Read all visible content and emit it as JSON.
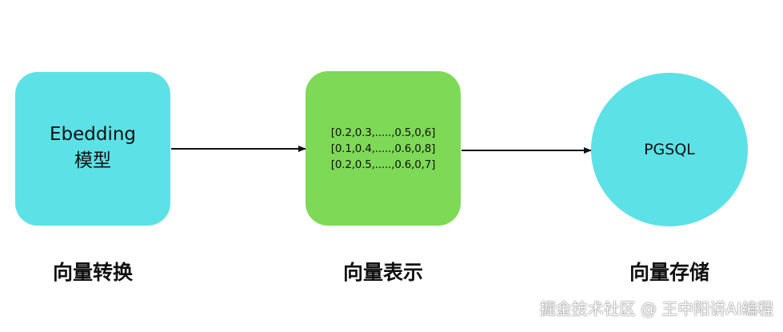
{
  "nodes": {
    "model": {
      "line1": "Ebedding",
      "line2": "模型",
      "color": "#5ce1e6"
    },
    "vector": {
      "rows": [
        "[0.2,0.3,.....,0.5,0,6]",
        "[0.1,0.4,.....,0.6,0,8]",
        "[0.2,0.5,.....,0.6,0,7]"
      ],
      "color": "#7ed957"
    },
    "db": {
      "label": "PGSQL",
      "color": "#5ce1e6"
    }
  },
  "captions": {
    "model": "向量转换",
    "vector": "向量表示",
    "db": "向量存储"
  },
  "watermark": "掘金技术社区 @ 王中阳讲AI编程",
  "colors": {
    "cyan": "#5ce1e6",
    "green": "#7ed957",
    "arrow": "#111111"
  }
}
